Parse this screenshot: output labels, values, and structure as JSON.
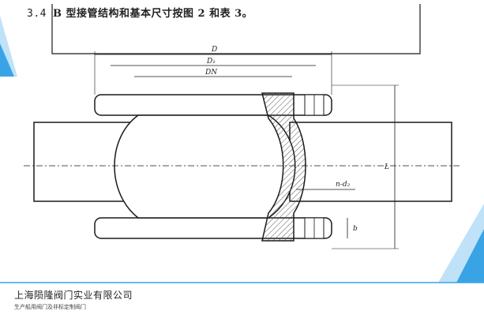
{
  "heading": {
    "number": "3.4",
    "text": "B 型接管结构和基本尺寸按图 2 和表 3。"
  },
  "dimensions": {
    "d_outer": "D",
    "d_1": "D₁",
    "dn": "DN",
    "length": "L",
    "bolt": "n-d₂",
    "thickness": "b"
  },
  "footer": {
    "company": "上海陨隆阀门实业有限公司",
    "tagline": "生产船用阀门及非标定制阀门"
  },
  "colors": {
    "accent": "#3aa3e6",
    "accent_light": "#bfe2f8",
    "line": "#1a1a1a",
    "hatch": "#555555"
  }
}
